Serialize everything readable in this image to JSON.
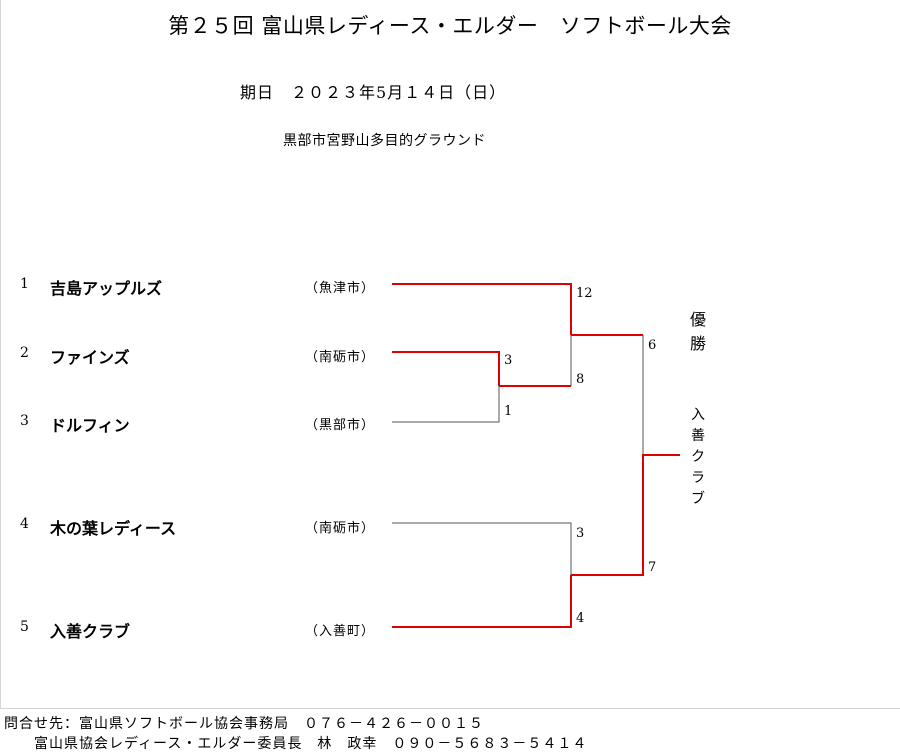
{
  "title": "第２５回 富山県レディース・エルダー　ソフトボール大会",
  "date_line": "期日　２０２３年5月１４日（日）",
  "venue": "黒部市宮野山多目的グラウンド",
  "teams": [
    {
      "no": "1",
      "name": "吉島アップルズ",
      "city": "（魚津市）"
    },
    {
      "no": "2",
      "name": "ファインズ",
      "city": "（南砺市）"
    },
    {
      "no": "3",
      "name": "ドルフィン",
      "city": "（黒部市）"
    },
    {
      "no": "4",
      "name": "木の葉レディース",
      "city": "（南砺市）"
    },
    {
      "no": "5",
      "name": "入善クラブ",
      "city": "（入善町）"
    }
  ],
  "matches": [
    {
      "round": 1,
      "teams": [
        "ファインズ",
        "ドルフィン"
      ],
      "scores": [
        "3",
        "1"
      ],
      "winner": "ファインズ"
    },
    {
      "round": 2,
      "teams": [
        "吉島アップルズ",
        "ファインズ"
      ],
      "scores": [
        "12",
        "8"
      ],
      "winner": "吉島アップルズ"
    },
    {
      "round": 2,
      "teams": [
        "木の葉レディース",
        "入善クラブ"
      ],
      "scores": [
        "3",
        "4"
      ],
      "winner": "入善クラブ"
    },
    {
      "round": 3,
      "teams": [
        "吉島アップルズ",
        "入善クラブ"
      ],
      "scores": [
        "6",
        "7"
      ],
      "winner": "入善クラブ"
    }
  ],
  "champion_label": [
    "優",
    "勝"
  ],
  "champion_name": [
    "入",
    "善",
    "ク",
    "ラ",
    "ブ"
  ],
  "colors": {
    "winner_line": "#e00000",
    "loser_line": "#555555"
  },
  "footer": {
    "line1": "問合せ先：富山県ソフトボール協会事務局　０７６－４２６－００１５",
    "line2": "富山県協会レディース・エルダー委員長　林　政幸　０９０－５６８３－５４１４"
  }
}
